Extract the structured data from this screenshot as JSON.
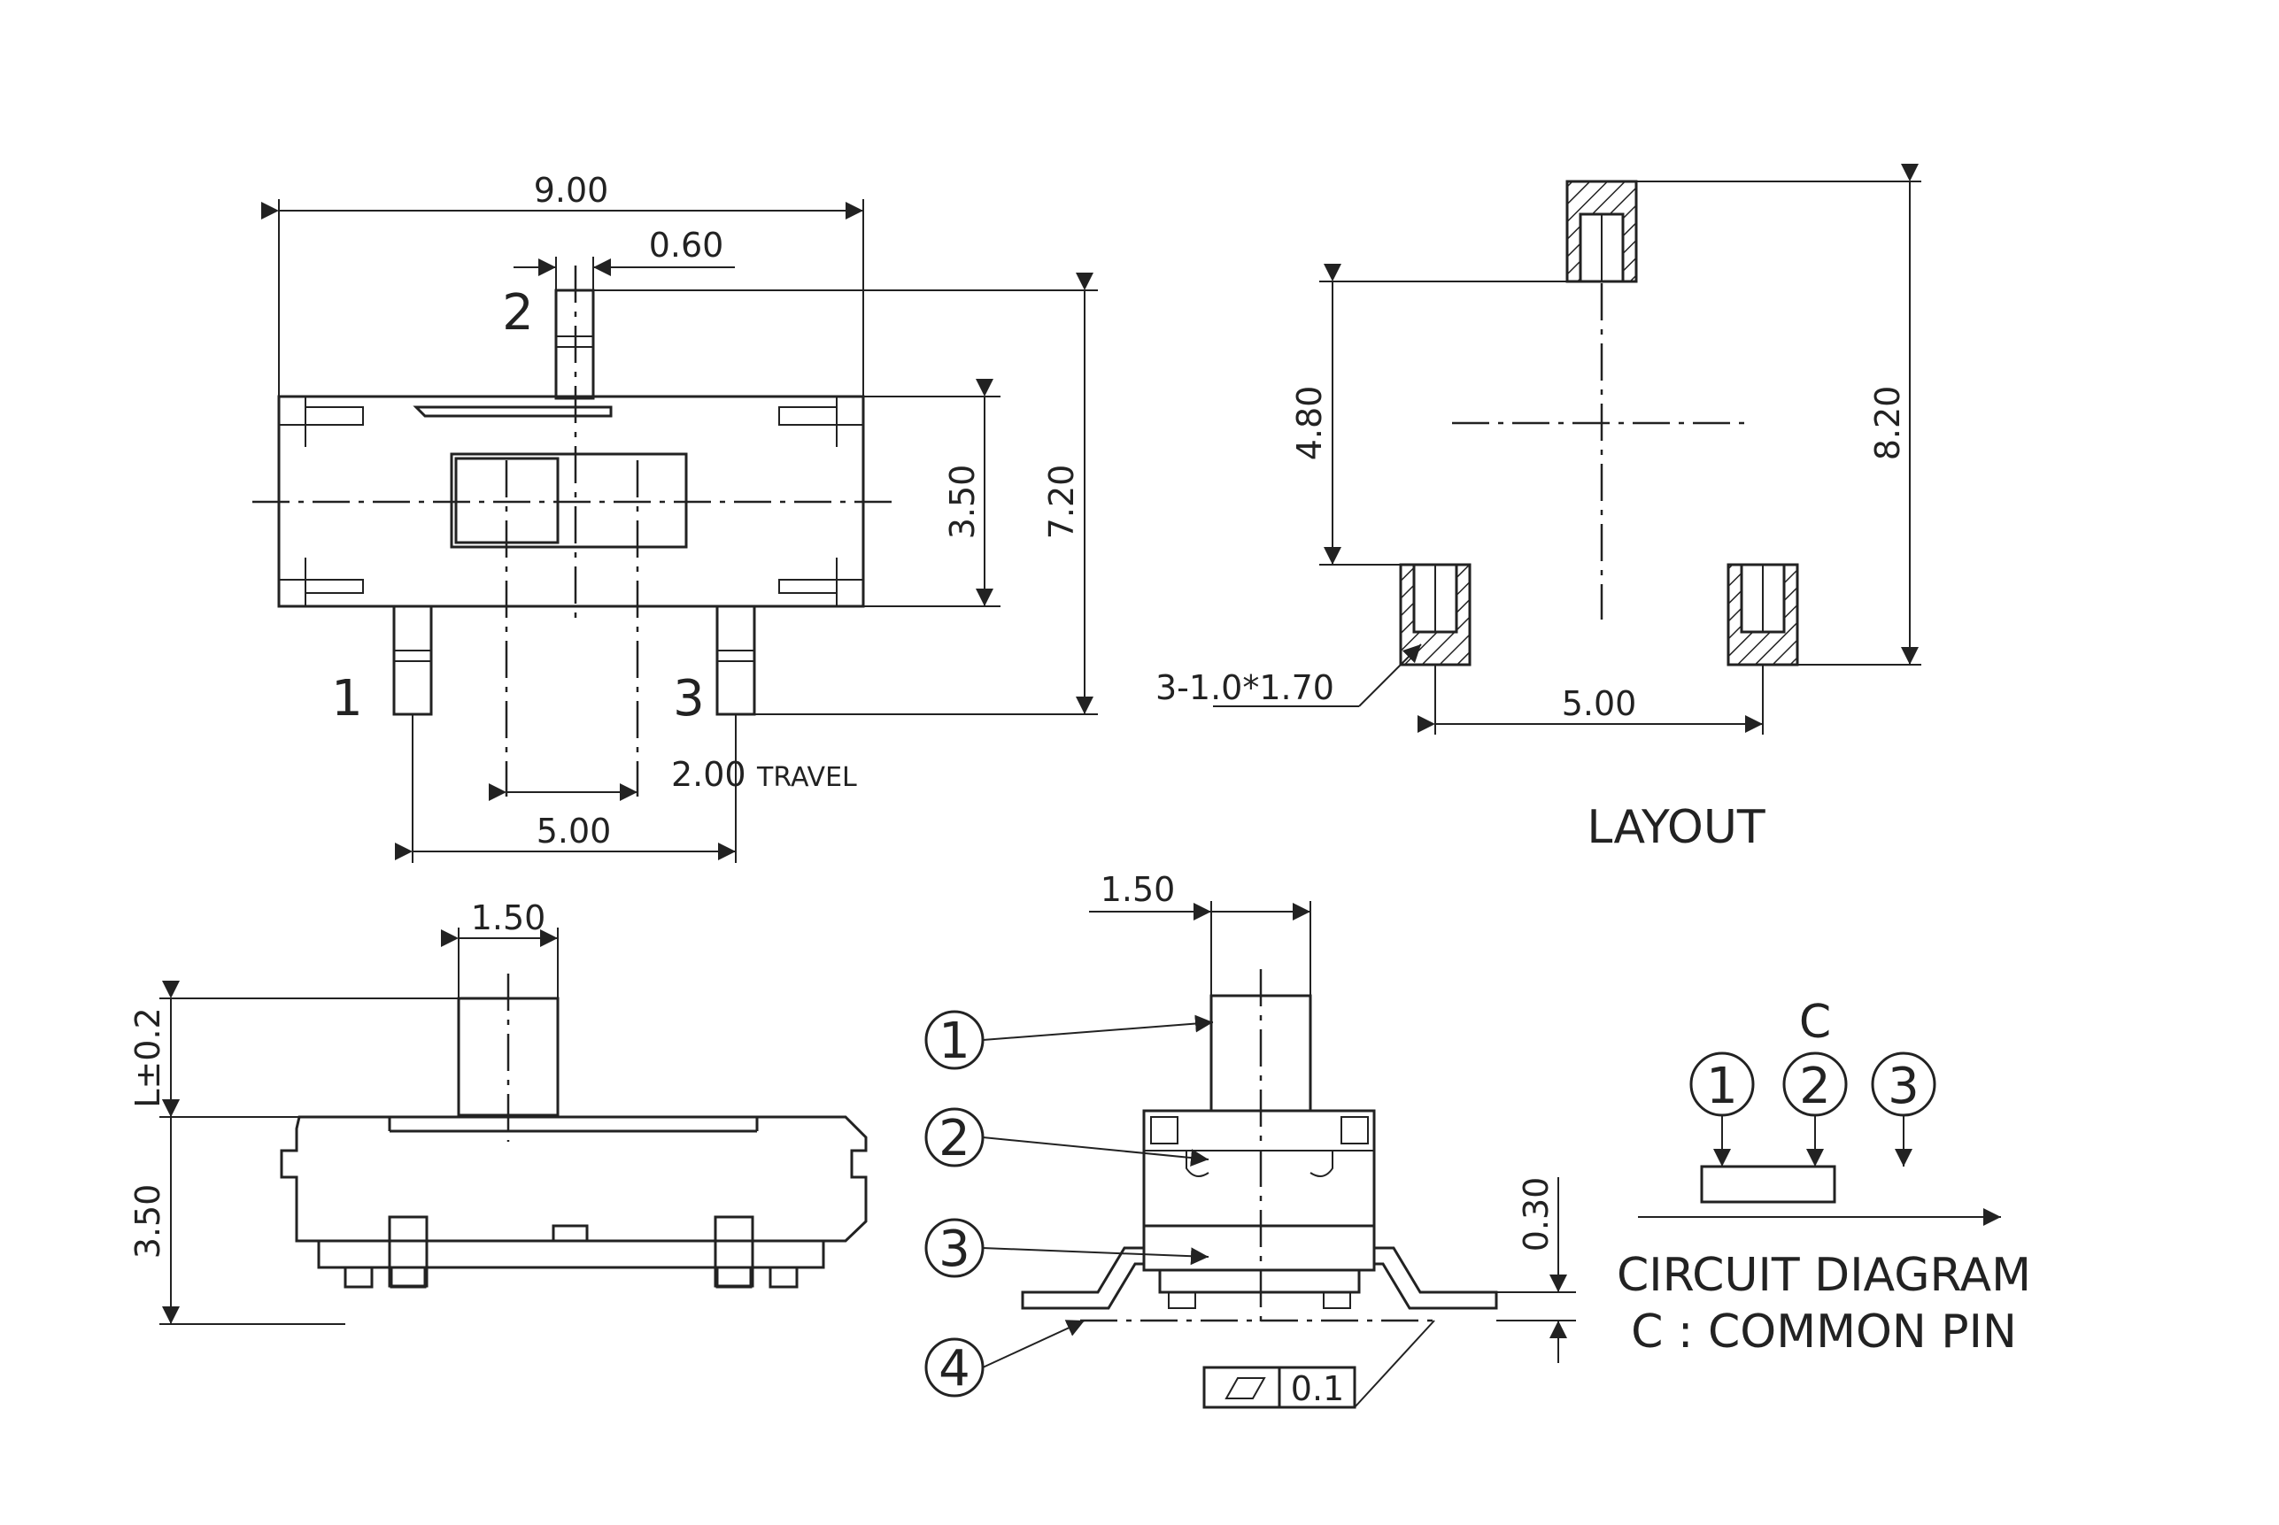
{
  "top_view": {
    "dim_overall_width": "9.00",
    "dim_actuator_width": "0.60",
    "dim_body_height": "3.50",
    "dim_overall_height": "7.20",
    "dim_travel_value": "2.00",
    "dim_travel_label": "TRAVEL",
    "dim_pin_pitch": "5.00",
    "pin_labels": [
      "1",
      "2",
      "3"
    ]
  },
  "layout_view": {
    "dim_row_offset": "4.80",
    "dim_total_height": "8.20",
    "dim_pad_pitch": "5.00",
    "pad_note": "3-1.0*1.70",
    "title": "LAYOUT"
  },
  "side_view": {
    "dim_actuator_width": "1.50",
    "dim_actuator_height": "L±0.2",
    "dim_body_height": "3.50"
  },
  "end_view": {
    "dim_actuator_width": "1.50",
    "dim_coplanarity": "0.30",
    "flatness_value": "0.1",
    "callouts": [
      "1",
      "2",
      "3",
      "4"
    ]
  },
  "circuit": {
    "common_label": "C",
    "pins": [
      "1",
      "2",
      "3"
    ],
    "title": "CIRCUIT  DIAGRAM",
    "note": "C  :  COMMON  PIN"
  }
}
